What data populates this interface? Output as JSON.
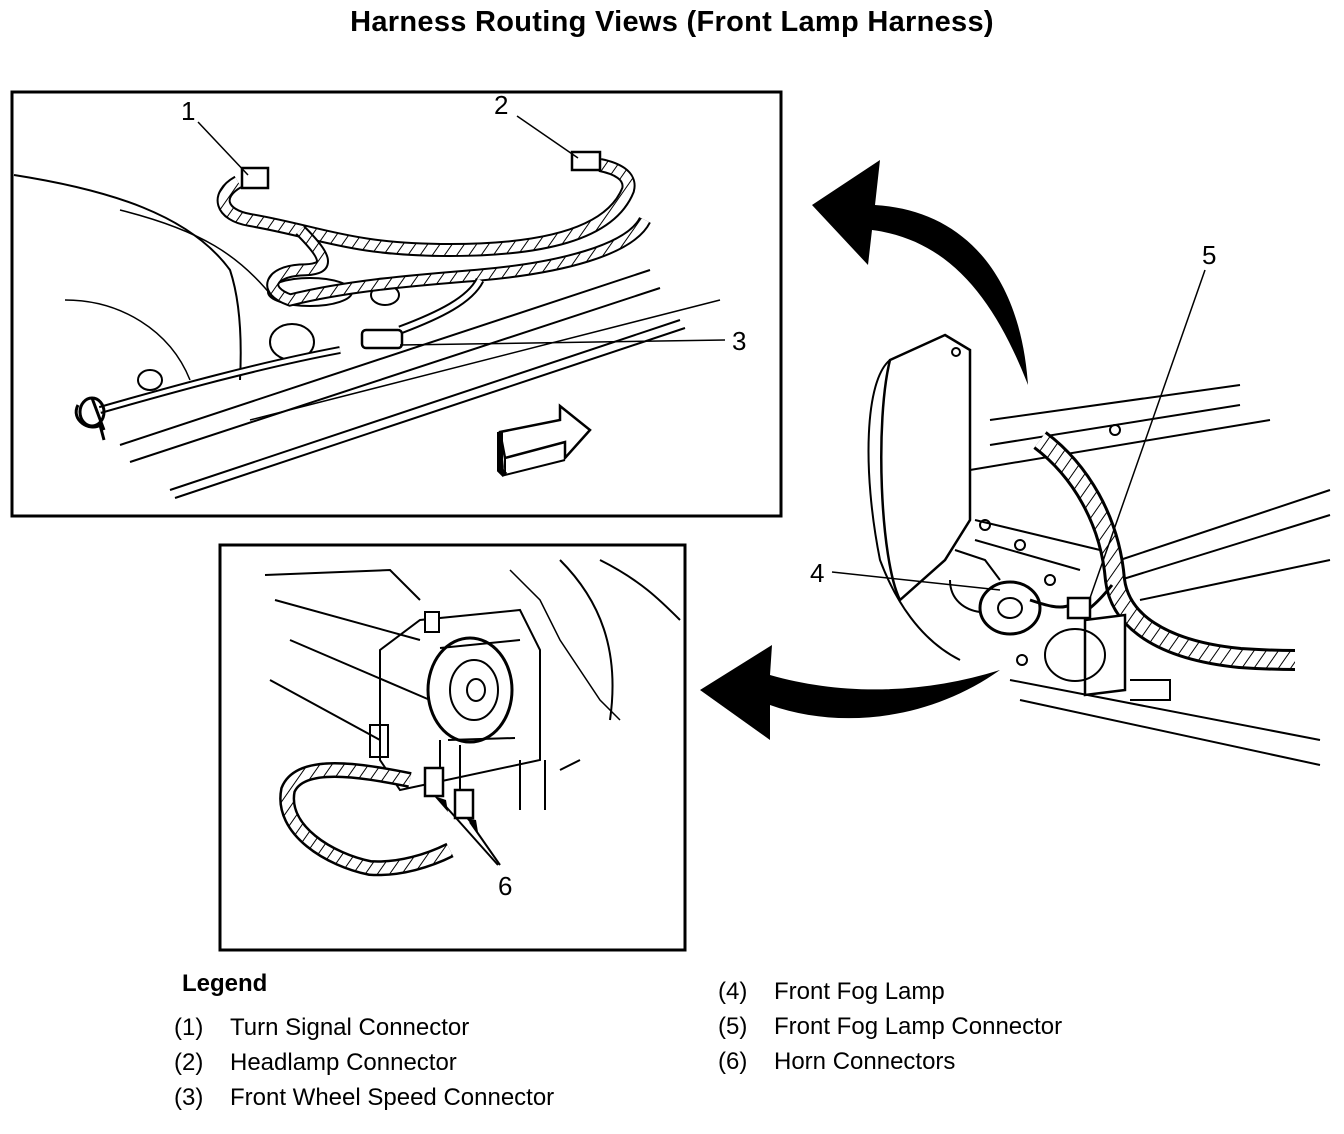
{
  "title": "Harness Routing Views (Front Lamp Harness)",
  "callouts": [
    "1",
    "2",
    "3",
    "4",
    "5",
    "6"
  ],
  "legend": {
    "heading": "Legend",
    "items": [
      {
        "num": "(1)",
        "text": "Turn Signal Connector"
      },
      {
        "num": "(2)",
        "text": "Headlamp Connector"
      },
      {
        "num": "(3)",
        "text": "Front Wheel Speed Connector"
      },
      {
        "num": "(4)",
        "text": "Front Fog Lamp"
      },
      {
        "num": "(5)",
        "text": "Front Fog Lamp Connector"
      },
      {
        "num": "(6)",
        "text": "Horn Connectors"
      }
    ]
  }
}
